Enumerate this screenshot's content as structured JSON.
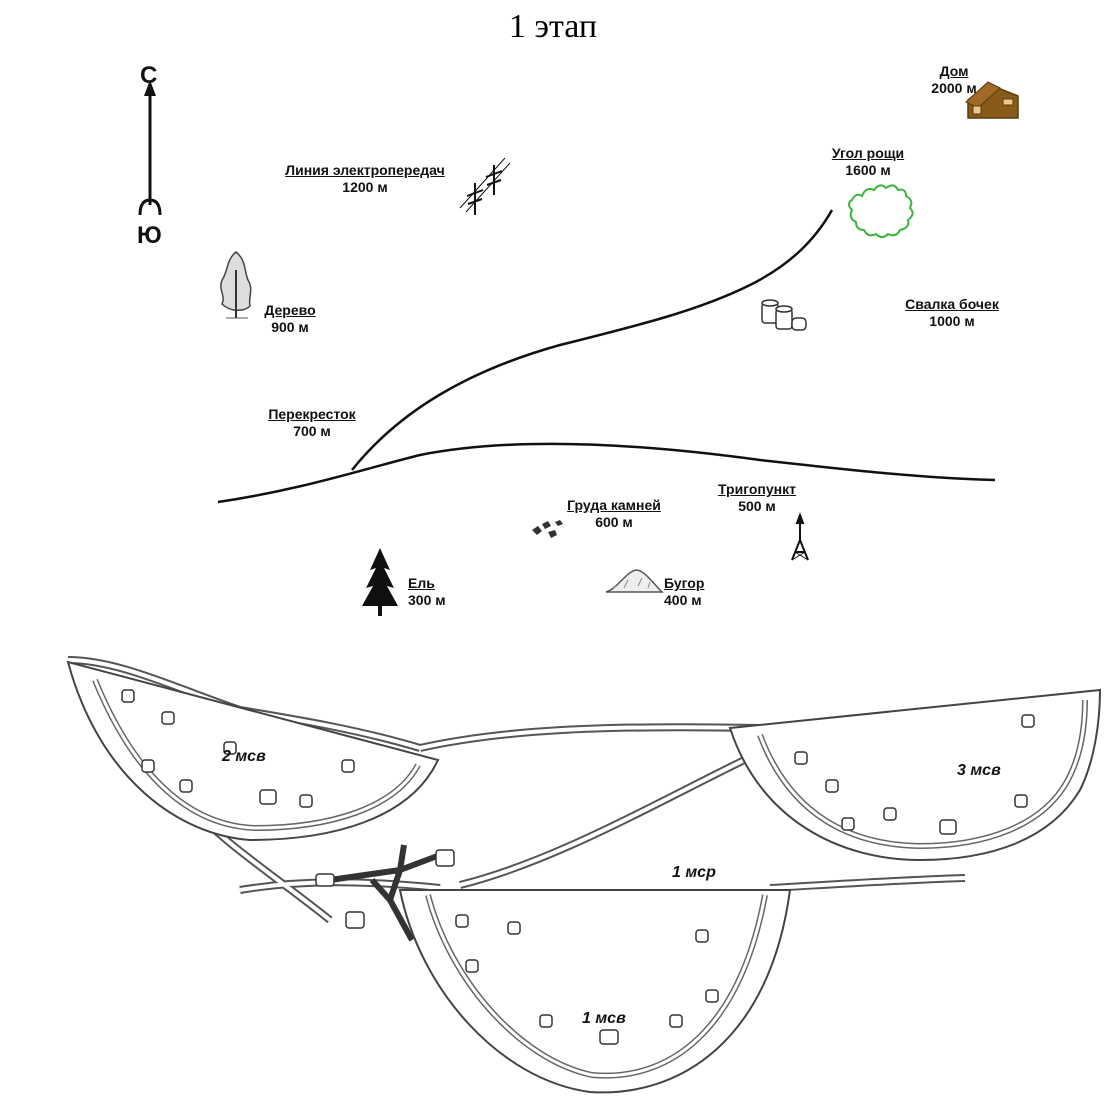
{
  "title": "1 этап",
  "compass": {
    "north": "С",
    "south": "Ю"
  },
  "landmarks": [
    {
      "id": "house",
      "name": "Дом",
      "distance": "2000 м"
    },
    {
      "id": "powerline",
      "name": "Линия электропередач",
      "distance": "1200 м"
    },
    {
      "id": "grove",
      "name": "Угол рощи",
      "distance": "1600 м"
    },
    {
      "id": "tree",
      "name": "Дерево",
      "distance": "900 м"
    },
    {
      "id": "barrels",
      "name": "Свалка бочек",
      "distance": "1000 м"
    },
    {
      "id": "crossroad",
      "name": "Перекресток",
      "distance": "700 м"
    },
    {
      "id": "stones",
      "name": "Груда камней",
      "distance": "600 м"
    },
    {
      "id": "trigpoint",
      "name": "Тригопункт",
      "distance": "500 м"
    },
    {
      "id": "spruce",
      "name": "Ель",
      "distance": "300 м"
    },
    {
      "id": "hill",
      "name": "Бугор",
      "distance": "400 м"
    }
  ],
  "positions": {
    "msv2": "2 мсв",
    "msv3": "3 мсв",
    "msr1": "1 мср",
    "msv1": "1 мсв"
  },
  "colors": {
    "house": "#8a5a1a",
    "grove": "#3cb43c",
    "ink": "#111111"
  }
}
